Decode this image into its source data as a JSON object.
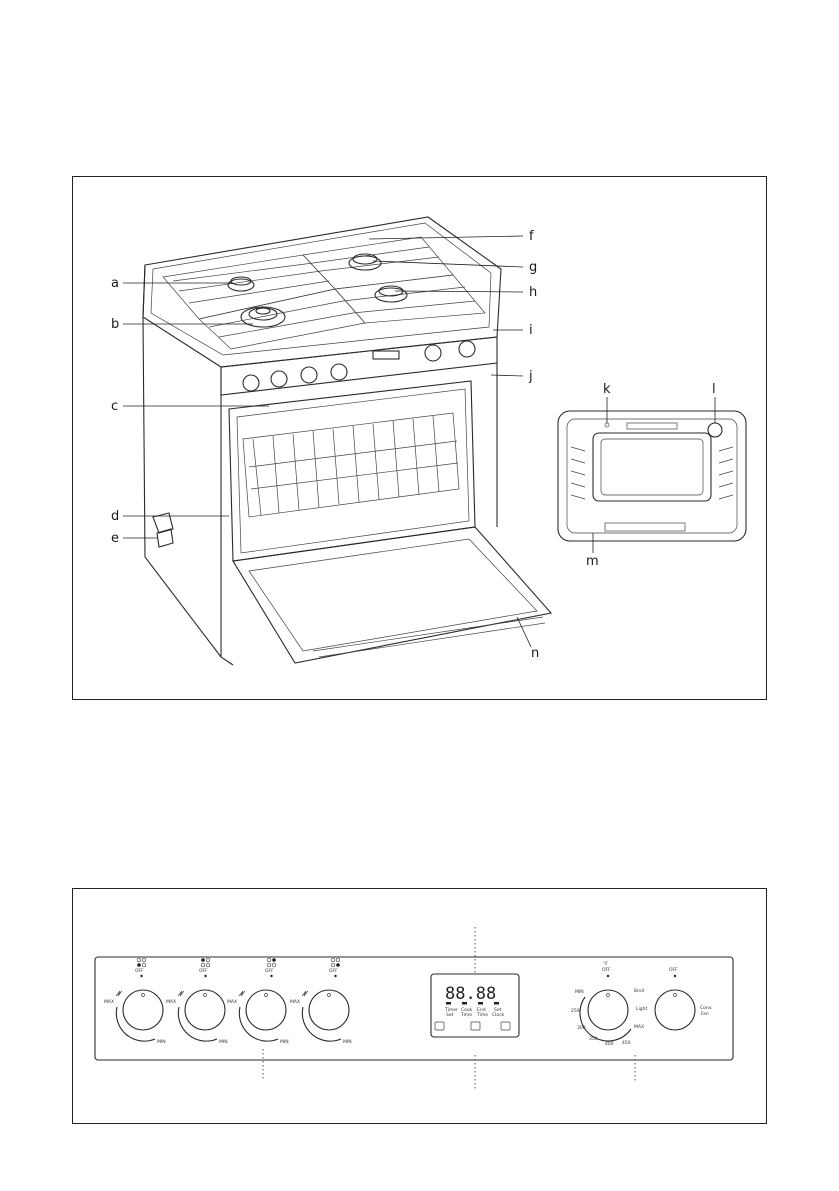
{
  "figure_top": {
    "callouts": {
      "a": "a",
      "b": "b",
      "c": "c",
      "d": "d",
      "e": "e",
      "f": "f",
      "g": "g",
      "h": "h",
      "i": "i",
      "j": "j",
      "k": "k",
      "l": "l",
      "m": "m",
      "n": "n"
    }
  },
  "figure_bottom": {
    "knobs": [
      {
        "off": "OFF",
        "max": "MAX",
        "min": "MIN"
      },
      {
        "off": "OFF",
        "max": "MAX",
        "min": "MIN"
      },
      {
        "off": "OFF",
        "max": "MAX",
        "min": "MIN"
      },
      {
        "off": "OFF",
        "max": "MAX",
        "min": "MIN"
      }
    ],
    "display": {
      "digits": "88.88",
      "buttons": [
        {
          "line1": "Timer",
          "line2": "Set"
        },
        {
          "line1": "Cook",
          "line2": "Time"
        },
        {
          "line1": "End",
          "line2": "Time"
        },
        {
          "line1": "Set",
          "line2": "Clock"
        }
      ]
    },
    "thermostat": {
      "unit": "°F",
      "off": "OFF",
      "marks": [
        "Broil",
        "Light",
        "MAX",
        "450",
        "400",
        "350",
        "300",
        "250",
        "MIN"
      ]
    },
    "function_knob": {
      "off": "OFF",
      "label1": "Conv.",
      "label2": "Fan"
    }
  }
}
